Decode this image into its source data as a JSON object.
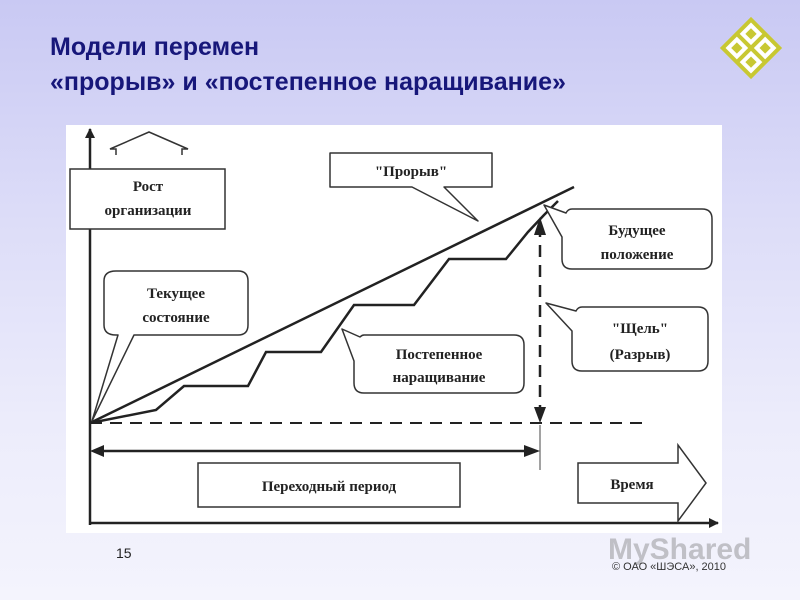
{
  "slide": {
    "title_line1": "Модели перемен",
    "title_line2": "«прорыв» и «постепенное наращивание»",
    "number": "15",
    "copyright": "© ОАО «ШЭСА», 2010",
    "watermark": "MyShared",
    "title_color": "#17177a",
    "logo_color": "#c8c832"
  },
  "diagram": {
    "y_axis_label_line1": "Рост",
    "y_axis_label_line2": "организации",
    "breakthrough_label": "\"Прорыв\"",
    "current_state_line1": "Текущее",
    "current_state_line2": "состояние",
    "incremental_line1": "Постепенное",
    "incremental_line2": "наращивание",
    "future_line1": "Будущее",
    "future_line2": "положение",
    "gap_line1": "\"Щель\"",
    "gap_line2": "(Разрыв)",
    "transition_label": "Переходный период",
    "time_label": "Время"
  }
}
